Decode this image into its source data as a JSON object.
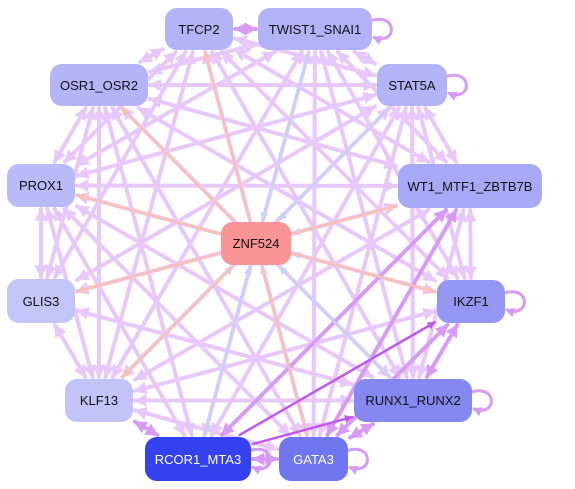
{
  "nodes": [
    {
      "id": "tfcp2",
      "label": "TFCP2",
      "color": "#b3b4f8"
    },
    {
      "id": "twist1",
      "label": "TWIST1_SNAI1",
      "color": "#b1b2f8"
    },
    {
      "id": "osr1",
      "label": "OSR1_OSR2",
      "color": "#b4b5f8"
    },
    {
      "id": "stat5a",
      "label": "STAT5A",
      "color": "#b3b4f8"
    },
    {
      "id": "prox1",
      "label": "PROX1",
      "color": "#b9bbf9"
    },
    {
      "id": "wt1",
      "label": "WT1_MTF1_ZBTB7B",
      "color": "#a7a9f6"
    },
    {
      "id": "znf524",
      "label": "ZNF524",
      "color": "#fb9494"
    },
    {
      "id": "glis3",
      "label": "GLIS3",
      "color": "#c3c5f9"
    },
    {
      "id": "ikzf1",
      "label": "IKZF1",
      "color": "#9596f3"
    },
    {
      "id": "klf13",
      "label": "KLF13",
      "color": "#c1c3f9"
    },
    {
      "id": "runx1",
      "label": "RUNX1_RUNX2",
      "color": "#8688f2"
    },
    {
      "id": "rcor1",
      "label": "RCOR1_MTA3",
      "color": "#3441ef",
      "text_color": "#ffffff"
    },
    {
      "id": "gata3",
      "label": "GATA3",
      "color": "#6f76f0",
      "text_color": "#ffffff"
    }
  ],
  "edge_colors": {
    "repress": "#e8c8fb",
    "strong": "#d79bf5",
    "activate": "#fbc0b3",
    "neutral": "#c8d2f6",
    "dark": "#c158f0"
  },
  "edges": [
    {
      "from": "twist1",
      "to": "znf524",
      "kind": "neutral"
    },
    {
      "from": "stat5a",
      "to": "znf524",
      "kind": "neutral"
    },
    {
      "from": "wt1",
      "to": "znf524",
      "kind": "neutral"
    },
    {
      "from": "ikzf1",
      "to": "znf524",
      "kind": "neutral"
    },
    {
      "from": "runx1",
      "to": "znf524",
      "kind": "neutral"
    },
    {
      "from": "gata3",
      "to": "znf524",
      "kind": "neutral"
    },
    {
      "from": "rcor1",
      "to": "znf524",
      "kind": "neutral"
    },
    {
      "from": "klf13",
      "to": "znf524",
      "kind": "neutral"
    },
    {
      "from": "znf524",
      "to": "tfcp2",
      "kind": "activate"
    },
    {
      "from": "znf524",
      "to": "osr1",
      "kind": "activate"
    },
    {
      "from": "znf524",
      "to": "prox1",
      "kind": "activate"
    },
    {
      "from": "znf524",
      "to": "glis3",
      "kind": "activate"
    },
    {
      "from": "znf524",
      "to": "ikzf1",
      "kind": "activate"
    },
    {
      "from": "znf524",
      "to": "wt1",
      "kind": "activate"
    },
    {
      "from": "znf524",
      "to": "klf13",
      "kind": "activate"
    },
    {
      "from": "znf524",
      "to": "gata3",
      "kind": "activate"
    },
    {
      "from": "tfcp2",
      "to": "twist1",
      "kind": "strong"
    },
    {
      "from": "tfcp2",
      "to": "stat5a",
      "kind": "repress"
    },
    {
      "from": "tfcp2",
      "to": "osr1",
      "kind": "repress"
    },
    {
      "from": "tfcp2",
      "to": "wt1",
      "kind": "repress"
    },
    {
      "from": "tfcp2",
      "to": "prox1",
      "kind": "repress"
    },
    {
      "from": "tfcp2",
      "to": "ikzf1",
      "kind": "repress"
    },
    {
      "from": "tfcp2",
      "to": "runx1",
      "kind": "repress"
    },
    {
      "from": "tfcp2",
      "to": "gata3",
      "kind": "repress"
    },
    {
      "from": "tfcp2",
      "to": "klf13",
      "kind": "repress"
    },
    {
      "from": "tfcp2",
      "to": "glis3",
      "kind": "repress"
    },
    {
      "from": "twist1",
      "to": "stat5a",
      "kind": "repress"
    },
    {
      "from": "twist1",
      "to": "osr1",
      "kind": "repress"
    },
    {
      "from": "twist1",
      "to": "wt1",
      "kind": "repress"
    },
    {
      "from": "twist1",
      "to": "ikzf1",
      "kind": "repress"
    },
    {
      "from": "twist1",
      "to": "runx1",
      "kind": "repress"
    },
    {
      "from": "twist1",
      "to": "gata3",
      "kind": "repress"
    },
    {
      "from": "twist1",
      "to": "rcor1",
      "kind": "repress"
    },
    {
      "from": "twist1",
      "to": "klf13",
      "kind": "repress"
    },
    {
      "from": "twist1",
      "to": "prox1",
      "kind": "repress"
    },
    {
      "from": "osr1",
      "to": "stat5a",
      "kind": "repress"
    },
    {
      "from": "osr1",
      "to": "wt1",
      "kind": "repress"
    },
    {
      "from": "osr1",
      "to": "ikzf1",
      "kind": "repress"
    },
    {
      "from": "osr1",
      "to": "runx1",
      "kind": "repress"
    },
    {
      "from": "osr1",
      "to": "gata3",
      "kind": "repress"
    },
    {
      "from": "osr1",
      "to": "rcor1",
      "kind": "repress"
    },
    {
      "from": "osr1",
      "to": "klf13",
      "kind": "repress"
    },
    {
      "from": "osr1",
      "to": "prox1",
      "kind": "repress"
    },
    {
      "from": "osr1",
      "to": "glis3",
      "kind": "repress"
    },
    {
      "from": "stat5a",
      "to": "wt1",
      "kind": "repress"
    },
    {
      "from": "stat5a",
      "to": "ikzf1",
      "kind": "repress"
    },
    {
      "from": "stat5a",
      "to": "runx1",
      "kind": "repress"
    },
    {
      "from": "stat5a",
      "to": "gata3",
      "kind": "repress"
    },
    {
      "from": "stat5a",
      "to": "rcor1",
      "kind": "repress"
    },
    {
      "from": "stat5a",
      "to": "klf13",
      "kind": "repress"
    },
    {
      "from": "stat5a",
      "to": "prox1",
      "kind": "repress"
    },
    {
      "from": "stat5a",
      "to": "glis3",
      "kind": "repress"
    },
    {
      "from": "prox1",
      "to": "wt1",
      "kind": "repress"
    },
    {
      "from": "prox1",
      "to": "ikzf1",
      "kind": "repress"
    },
    {
      "from": "prox1",
      "to": "runx1",
      "kind": "repress"
    },
    {
      "from": "prox1",
      "to": "gata3",
      "kind": "repress"
    },
    {
      "from": "prox1",
      "to": "rcor1",
      "kind": "repress"
    },
    {
      "from": "prox1",
      "to": "klf13",
      "kind": "repress"
    },
    {
      "from": "glis3",
      "to": "prox1",
      "kind": "repress"
    },
    {
      "from": "glis3",
      "to": "runx1",
      "kind": "repress"
    },
    {
      "from": "glis3",
      "to": "wt1",
      "kind": "repress"
    },
    {
      "from": "wt1",
      "to": "ikzf1",
      "kind": "repress"
    },
    {
      "from": "wt1",
      "to": "runx1",
      "kind": "repress"
    },
    {
      "from": "wt1",
      "to": "gata3",
      "kind": "strong"
    },
    {
      "from": "wt1",
      "to": "rcor1",
      "kind": "strong"
    },
    {
      "from": "wt1",
      "to": "klf13",
      "kind": "repress"
    },
    {
      "from": "wt1",
      "to": "glis3",
      "kind": "repress"
    },
    {
      "from": "ikzf1",
      "to": "runx1",
      "kind": "strong"
    },
    {
      "from": "ikzf1",
      "to": "gata3",
      "kind": "strong"
    },
    {
      "from": "ikzf1",
      "to": "klf13",
      "kind": "repress"
    },
    {
      "from": "rcor1",
      "to": "ikzf1",
      "kind": "dark"
    },
    {
      "from": "rcor1",
      "to": "runx1",
      "kind": "dark"
    },
    {
      "from": "runx1",
      "to": "klf13",
      "kind": "repress"
    },
    {
      "from": "runx1",
      "to": "gata3",
      "kind": "strong"
    },
    {
      "from": "klf13",
      "to": "rcor1",
      "kind": "strong"
    },
    {
      "from": "klf13",
      "to": "glis3",
      "kind": "repress"
    },
    {
      "from": "gata3",
      "to": "rcor1",
      "kind": "strong"
    },
    {
      "from": "gata3",
      "to": "klf13",
      "kind": "repress"
    }
  ],
  "self_loops": [
    "twist1",
    "stat5a",
    "ikzf1",
    "runx1",
    "gata3",
    "rcor1"
  ]
}
